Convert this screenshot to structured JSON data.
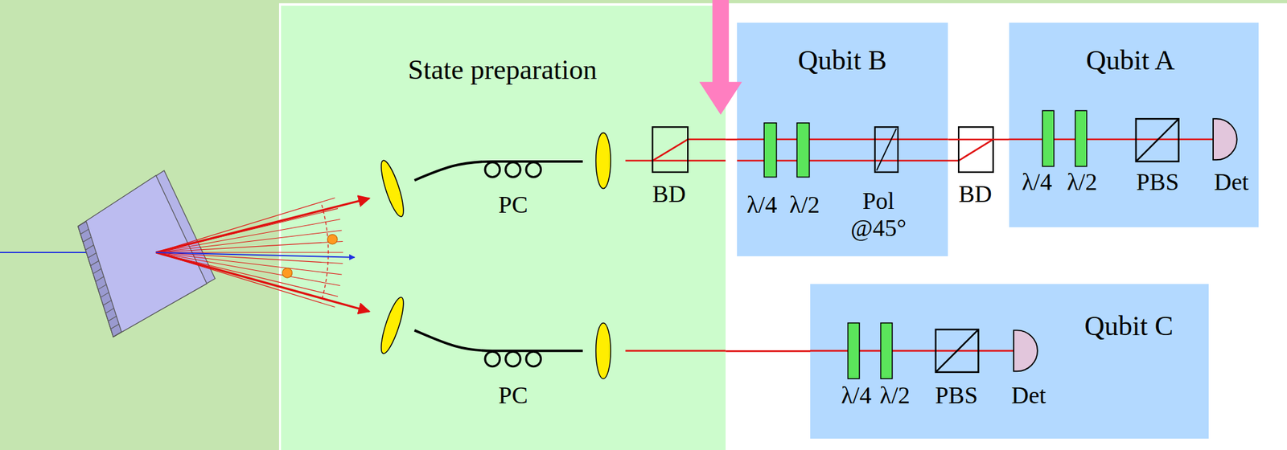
{
  "diagram": {
    "nodes": [
      {
        "text": [
          "State preparation"
        ]
      },
      {
        "text": [
          "Qubit B"
        ]
      },
      {
        "text": [
          "Qubit A"
        ]
      },
      {
        "text": [
          "Qubit C"
        ]
      }
    ],
    "edges": [
      {
        "from": 0,
        "to": 1,
        "arrow": "none"
      },
      {
        "from": 1,
        "to": 2,
        "arrow": "none"
      },
      {
        "from": 0,
        "to": 3,
        "arrow": "none"
      }
    ],
    "labels": [
      "PC",
      "PC",
      "BD",
      "λ/4",
      "λ/2",
      "Pol @45°",
      "BD",
      "λ/4",
      "λ/2",
      "PBS",
      "Det",
      "λ/4",
      "λ/2",
      "PBS",
      "Det"
    ]
  }
}
